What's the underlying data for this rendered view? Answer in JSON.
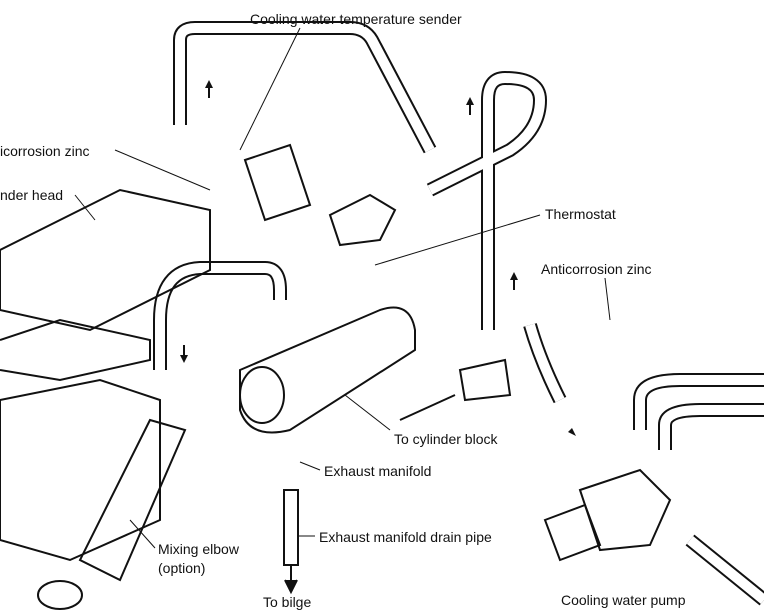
{
  "labels": {
    "temp_sender": "Cooling water temperature sender",
    "anticorrosion_left": "icorrosion zinc",
    "cylinder_head": "nder head",
    "thermostat": "Thermostat",
    "anticorrosion_right": "Anticorrosion zinc",
    "to_cylinder_block": "To cylinder block",
    "exhaust_manifold": "Exhaust manifold",
    "drain_pipe": "Exhaust manifold drain pipe",
    "mixing_elbow_1": "Mixing elbow",
    "mixing_elbow_2": "(option)",
    "to_bilge": "To bilge",
    "water_pump": "Cooling water pump"
  }
}
